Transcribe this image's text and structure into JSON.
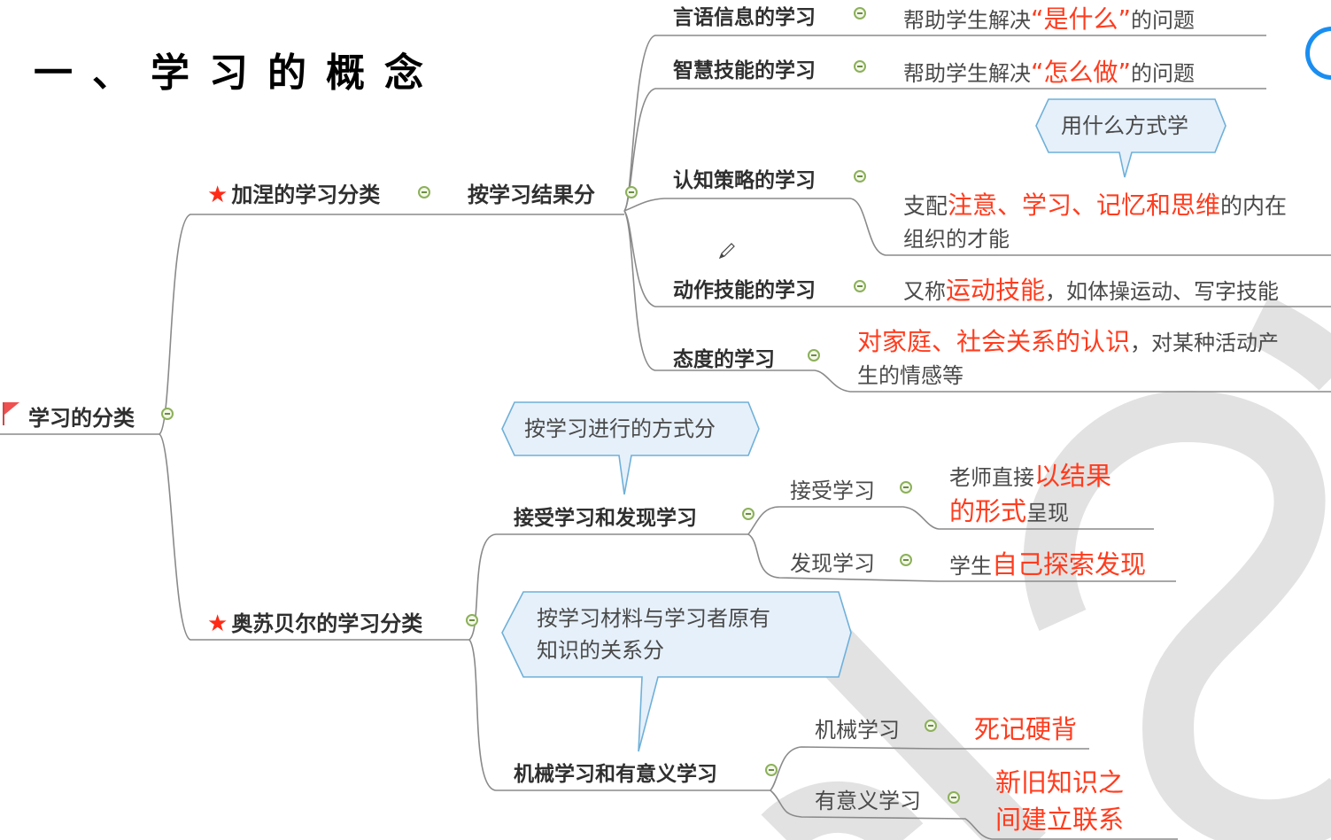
{
  "page_title": "一、学习的概念",
  "colors": {
    "highlight_red": "#ff3c1e",
    "star_red": "#ff2a16",
    "toggle_green": "#8cb05a",
    "callout_fill": "#e6f0fa",
    "callout_border": "#6fb0d8",
    "line_gray": "#8a8a8a",
    "cursor_blue": "#1a8ef0"
  },
  "root": {
    "label": "学习的分类",
    "icon": "red-flag-icon"
  },
  "gagne": {
    "label": "加涅的学习分类",
    "icon": "star-icon",
    "sub": {
      "label": "按学习结果分",
      "items": [
        {
          "label": "言语信息的学习",
          "desc": [
            {
              "text": "帮助学生解决",
              "red": false
            },
            {
              "text": "“是什么”",
              "red": true
            },
            {
              "text": "的问题",
              "red": false
            }
          ]
        },
        {
          "label": "智慧技能的学习",
          "desc": [
            {
              "text": "帮助学生解决",
              "red": false
            },
            {
              "text": "“怎么做”",
              "red": true
            },
            {
              "text": "的问题",
              "red": false
            }
          ]
        },
        {
          "label": "认知策略的学习",
          "callout": "用什么方式学",
          "desc_line1": [
            {
              "text": "支配",
              "red": false
            },
            {
              "text": "注意、学习、记忆和思维",
              "red": true
            },
            {
              "text": "的内在",
              "red": false
            }
          ],
          "desc_line2": "组织的才能"
        },
        {
          "label": "动作技能的学习",
          "desc": [
            {
              "text": "又称",
              "red": false
            },
            {
              "text": "运动技能",
              "red": true
            },
            {
              "text": "，如体操运动、写字技能",
              "red": false
            }
          ]
        },
        {
          "label": "态度的学习",
          "desc_line1": [
            {
              "text": "对家庭、社会关系的认识",
              "red": true
            },
            {
              "text": "，对某种活动产",
              "red": false
            }
          ],
          "desc_line2": "生的情感等"
        }
      ]
    }
  },
  "ausubel": {
    "label": "奥苏贝尔的学习分类",
    "icon": "star-icon",
    "groups": [
      {
        "label": "接受学习和发现学习",
        "callout": "按学习进行的方式分",
        "items": [
          {
            "label": "接受学习",
            "desc_line1": [
              {
                "text": "老师直接",
                "red": false
              },
              {
                "text": "以结果",
                "red": true
              }
            ],
            "desc_line2": [
              {
                "text": "的形式",
                "red": true
              },
              {
                "text": "呈现",
                "red": false
              }
            ]
          },
          {
            "label": "发现学习",
            "desc": [
              {
                "text": "学生",
                "red": false
              },
              {
                "text": "自己探索发现",
                "red": true
              }
            ]
          }
        ]
      },
      {
        "label": "机械学习和有意义学习",
        "callout_line1": "按学习材料与学习者原有",
        "callout_line2": "知识的关系分",
        "items": [
          {
            "label": "机械学习",
            "desc": "死记硬背"
          },
          {
            "label": "有意义学习",
            "desc_line1": "新旧知识之",
            "desc_line2": "间建立联系"
          }
        ]
      }
    ]
  }
}
